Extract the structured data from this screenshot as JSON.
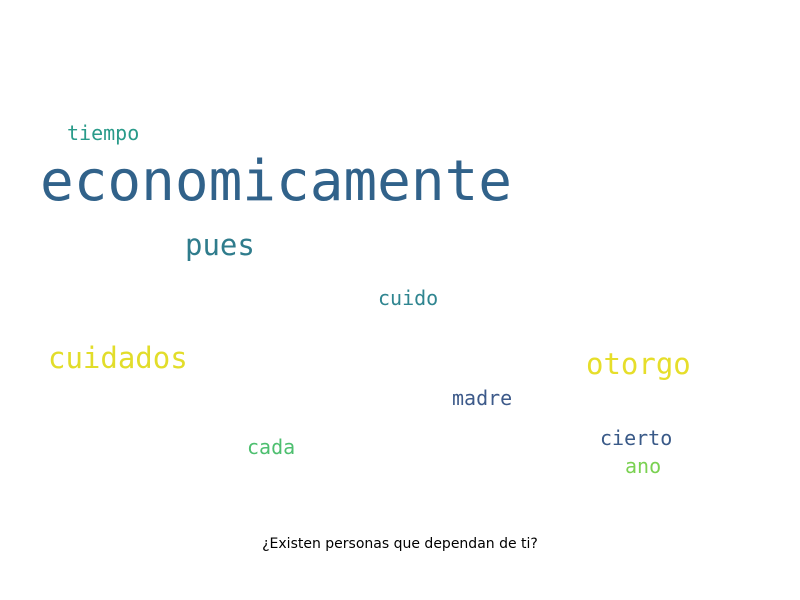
{
  "caption": "¿Existen personas que dependan de ti?",
  "words": [
    {
      "text": "economicamente",
      "color": "#31628a"
    },
    {
      "text": "tiempo",
      "color": "#2a9b8a"
    },
    {
      "text": "pues",
      "color": "#2f7c8c"
    },
    {
      "text": "cuido",
      "color": "#2f8590"
    },
    {
      "text": "cuidados",
      "color": "#e2dd2a"
    },
    {
      "text": "otorgo",
      "color": "#e6de2a"
    },
    {
      "text": "madre",
      "color": "#3d5a8a"
    },
    {
      "text": "cada",
      "color": "#4dbf6f"
    },
    {
      "text": "cierto",
      "color": "#3a5a88"
    },
    {
      "text": "ano",
      "color": "#7ad151"
    }
  ]
}
